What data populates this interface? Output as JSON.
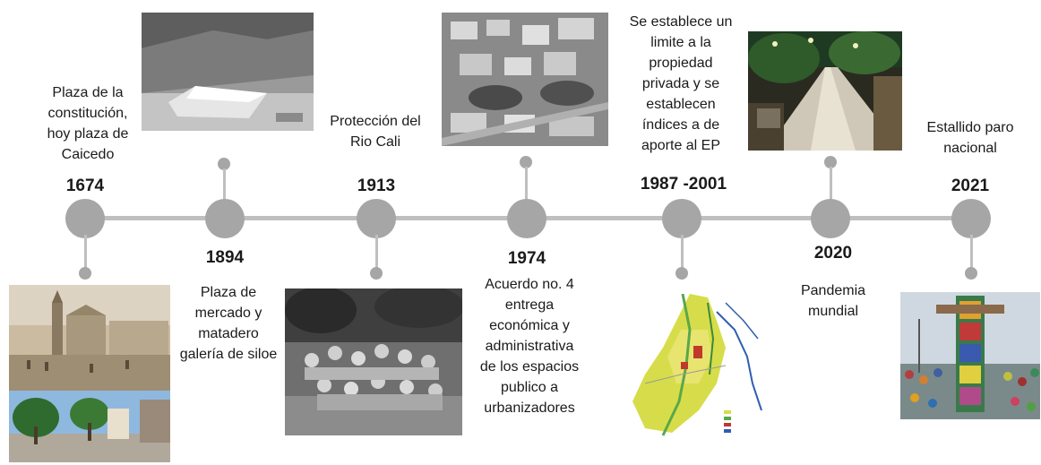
{
  "timeline": {
    "events": [
      {
        "year": "1674",
        "label_lines": [
          "Plaza de la",
          "constitución,",
          "hoy plaza de",
          "Caicedo"
        ],
        "image": "plaza-caicedo-historic-and-modern-photo"
      },
      {
        "year": "1894",
        "label_lines": [
          "Plaza de",
          "mercado y",
          "matadero",
          "galería de siloe"
        ],
        "image": "market-building-aerial-photo"
      },
      {
        "year": "1913",
        "label_lines": [
          "Protección del",
          "Rio Cali"
        ],
        "image": "group-in-river-photo"
      },
      {
        "year": "1974",
        "label_lines": [
          "Acuerdo no. 4",
          "entrega",
          "económica y",
          "administrativa",
          "de los espacios",
          "publico a",
          "urbanizadores"
        ],
        "image": "urban-aerial-photo"
      },
      {
        "year": "1987 -2001",
        "label_lines": [
          "Se establece un",
          "limite a la",
          "propiedad",
          "privada y se",
          "establecen",
          "índices a de",
          "aporte al EP"
        ],
        "image": "city-zoning-map"
      },
      {
        "year": "2020",
        "label_lines": [
          "Pandemia",
          "mundial"
        ],
        "image": "night-boulevard-photo"
      },
      {
        "year": "2021",
        "label_lines": [
          "Estallido paro",
          "nacional"
        ],
        "image": "protest-monument-photo"
      }
    ]
  },
  "colors": {
    "axis": "#bfbfbf",
    "node": "#a6a6a6",
    "text": "#1a1a1a"
  }
}
